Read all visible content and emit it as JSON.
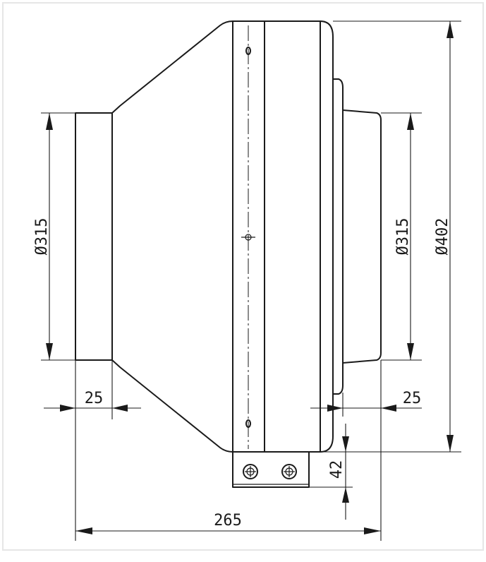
{
  "dimensions": {
    "inlet_diameter": "Ø315",
    "outlet_diameter": "Ø315",
    "housing_diameter": "Ø402",
    "inlet_collar_length": "25",
    "outlet_collar_length": "25",
    "bracket_height": "42",
    "overall_length": "265"
  },
  "colors": {
    "line": "#1a1a1a",
    "background": "#ffffff"
  }
}
